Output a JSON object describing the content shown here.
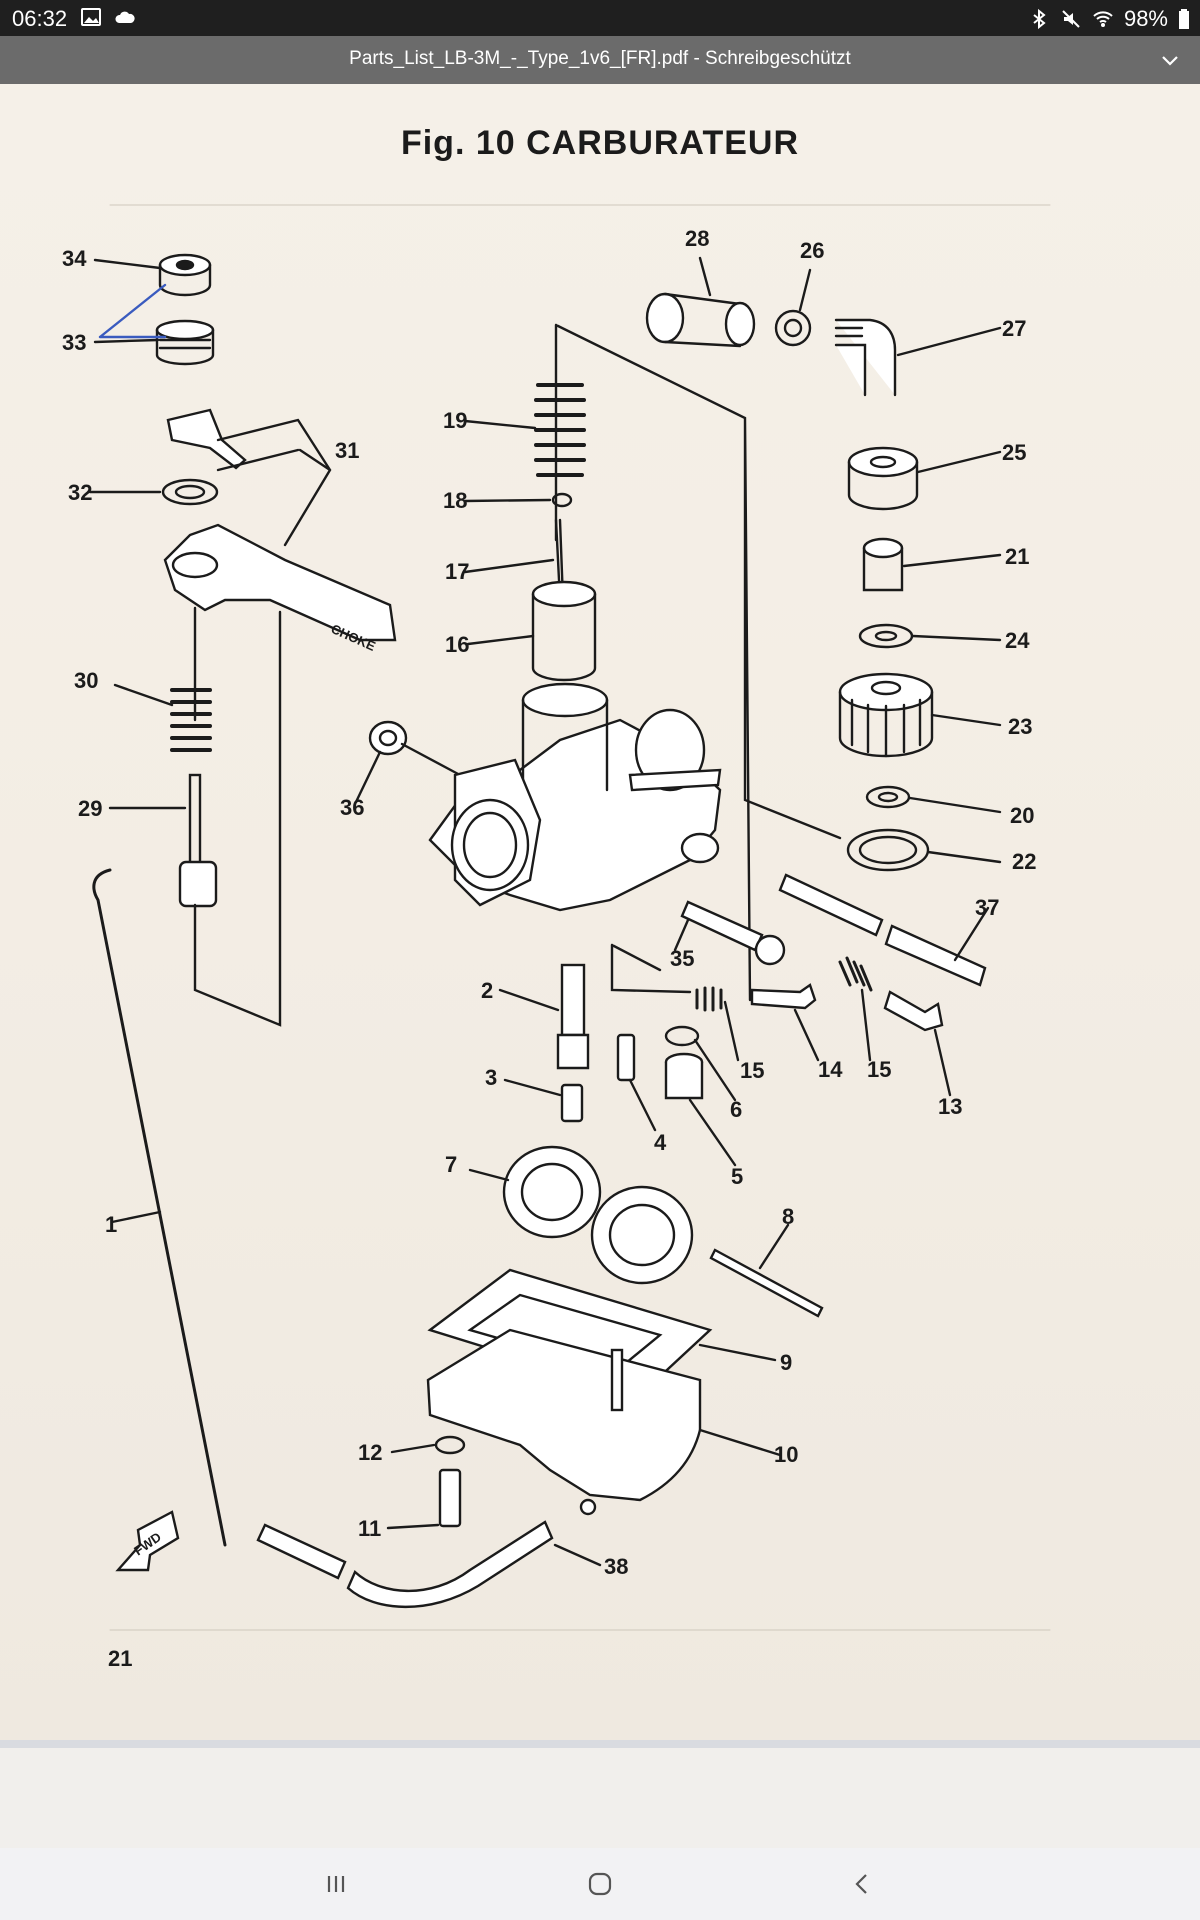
{
  "status_bar": {
    "time": "06:32",
    "battery": "98%",
    "icons_left": [
      "image-icon",
      "cloud-icon"
    ],
    "icons_right": [
      "bluetooth-icon",
      "mute-icon",
      "wifi-icon",
      "battery-icon"
    ]
  },
  "title_bar": {
    "title": "Parts_List_LB-3M_-_Type_1v6_[FR].pdf - Schreibgeschützt",
    "expand_icon": "chevron-down-icon"
  },
  "document": {
    "figure_title": "Fig. 10   CARBURATEUR",
    "page_number": "21",
    "choke_label": "CHOKE",
    "fwd_label": "FWD",
    "parts": {
      "p1": "1",
      "p2": "2",
      "p3": "3",
      "p4": "4",
      "p5": "5",
      "p6": "6",
      "p7": "7",
      "p8": "8",
      "p9": "9",
      "p10": "10",
      "p11": "11",
      "p12": "12",
      "p13": "13",
      "p14": "14",
      "p15a": "15",
      "p15b": "15",
      "p16": "16",
      "p17": "17",
      "p18": "18",
      "p19": "19",
      "p20": "20",
      "p21": "21",
      "p22": "22",
      "p23": "23",
      "p24": "24",
      "p25": "25",
      "p26": "26",
      "p27": "27",
      "p28": "28",
      "p29": "29",
      "p30": "30",
      "p31": "31",
      "p32": "32",
      "p33": "33",
      "p34": "34",
      "p35": "35",
      "p36": "36",
      "p37": "37",
      "p38": "38"
    }
  },
  "nav_bar": {
    "buttons": [
      "recent-apps-icon",
      "home-icon",
      "back-icon"
    ]
  },
  "colors": {
    "status_bar": "#1f1f1f",
    "title_bar": "#6b6b6b",
    "page": "#f3ede4",
    "ink": "#1b1b1b",
    "annotation": "#3a5bbf"
  }
}
